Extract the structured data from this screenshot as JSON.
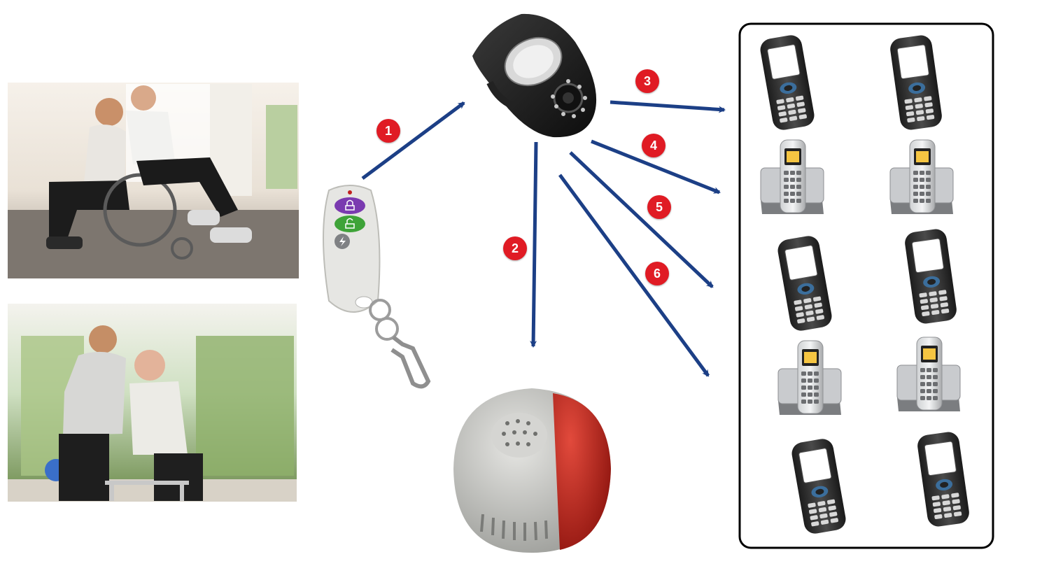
{
  "steps": [
    {
      "number": "1"
    },
    {
      "number": "2"
    },
    {
      "number": "3"
    },
    {
      "number": "4"
    },
    {
      "number": "5"
    },
    {
      "number": "6"
    }
  ],
  "photos": [
    {
      "subject": "caregiver-with-wheelchair-user"
    },
    {
      "subject": "caregiver-with-walker-user"
    }
  ],
  "devices": {
    "remote": {
      "icons": [
        "lock-icon",
        "unlock-icon",
        "bolt-icon"
      ]
    },
    "camera": {
      "icon": "pir-camera-icon"
    },
    "siren": {
      "icon": "siren-icon"
    },
    "receivers": [
      {
        "type": "mobile-phone"
      },
      {
        "type": "mobile-phone"
      },
      {
        "type": "cordless-phone"
      },
      {
        "type": "cordless-phone"
      },
      {
        "type": "mobile-phone"
      },
      {
        "type": "mobile-phone"
      },
      {
        "type": "cordless-phone"
      },
      {
        "type": "cordless-phone"
      },
      {
        "type": "mobile-phone"
      },
      {
        "type": "mobile-phone"
      }
    ]
  },
  "colors": {
    "arrow": "#1c3f86",
    "badge": "#e01b24",
    "remote_lock": "#7a3ab0",
    "remote_unlock": "#3ea338"
  }
}
